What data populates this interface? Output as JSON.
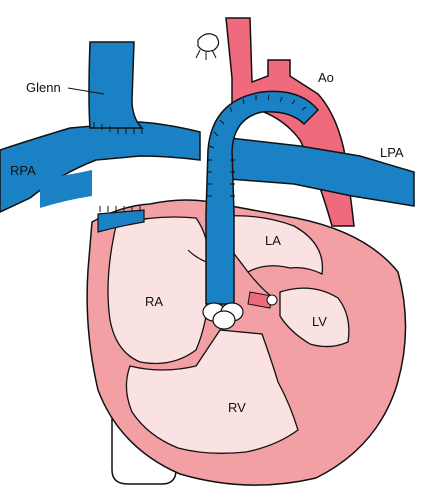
{
  "labels": {
    "glenn": "Glenn",
    "ao": "Ao",
    "rpa": "RPA",
    "lpa": "LPA",
    "la": "LA",
    "ra": "RA",
    "lv": "LV",
    "rv": "RV"
  },
  "colors": {
    "venous_blue": "#1a82c4",
    "arterial_red": "#ee6a7c",
    "myocardium_pink": "#f2a0a4",
    "chamber_light": "#fbe2e2",
    "outline": "#111111",
    "white": "#ffffff"
  }
}
